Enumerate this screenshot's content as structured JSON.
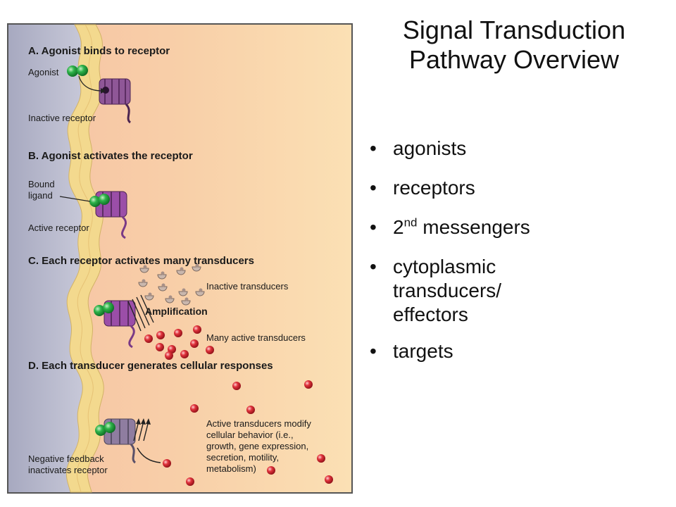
{
  "slide": {
    "title_line1": "Signal Transduction",
    "title_line2": "Pathway Overview",
    "bullet_symbol": "•",
    "bullets": [
      {
        "text": "agonists"
      },
      {
        "text": "receptors"
      },
      {
        "text_prefix": "2",
        "superscript": "nd",
        "text_suffix": " messengers"
      },
      {
        "text": "cytoplasmic transducers/ effectors"
      },
      {
        "text": "targets"
      }
    ]
  },
  "figure": {
    "panel_a": {
      "heading": "A. Agonist binds to receptor",
      "label_agonist": "Agonist",
      "label_receptor": "Inactive receptor"
    },
    "panel_b": {
      "heading": "B. Agonist activates the receptor",
      "label_bound_1": "Bound",
      "label_bound_2": "ligand",
      "label_receptor": "Active receptor"
    },
    "panel_c": {
      "heading": "C. Each receptor activates many transducers",
      "label_inactive": "Inactive transducers",
      "label_amplification": "Amplification",
      "label_active": "Many active transducers"
    },
    "panel_d": {
      "heading": "D. Each transducer generates cellular responses",
      "response_lines": [
        "Active transducers modify",
        "cellular behavior (i.e.,",
        "growth, gene expression,",
        "secretion, motility,",
        "metabolism)"
      ],
      "feedback_1": "Negative feedback",
      "feedback_2": "inactivates receptor"
    },
    "colors": {
      "extracellular": "#b3b5c9",
      "membrane": "#f3d98e",
      "cytoplasm": "#f7c9a2",
      "receptor": "#8a4f93",
      "agonist": "#1e9e3a",
      "active_transducer": "#d2262f",
      "inactive_transducer": "#b9aaa2"
    }
  }
}
